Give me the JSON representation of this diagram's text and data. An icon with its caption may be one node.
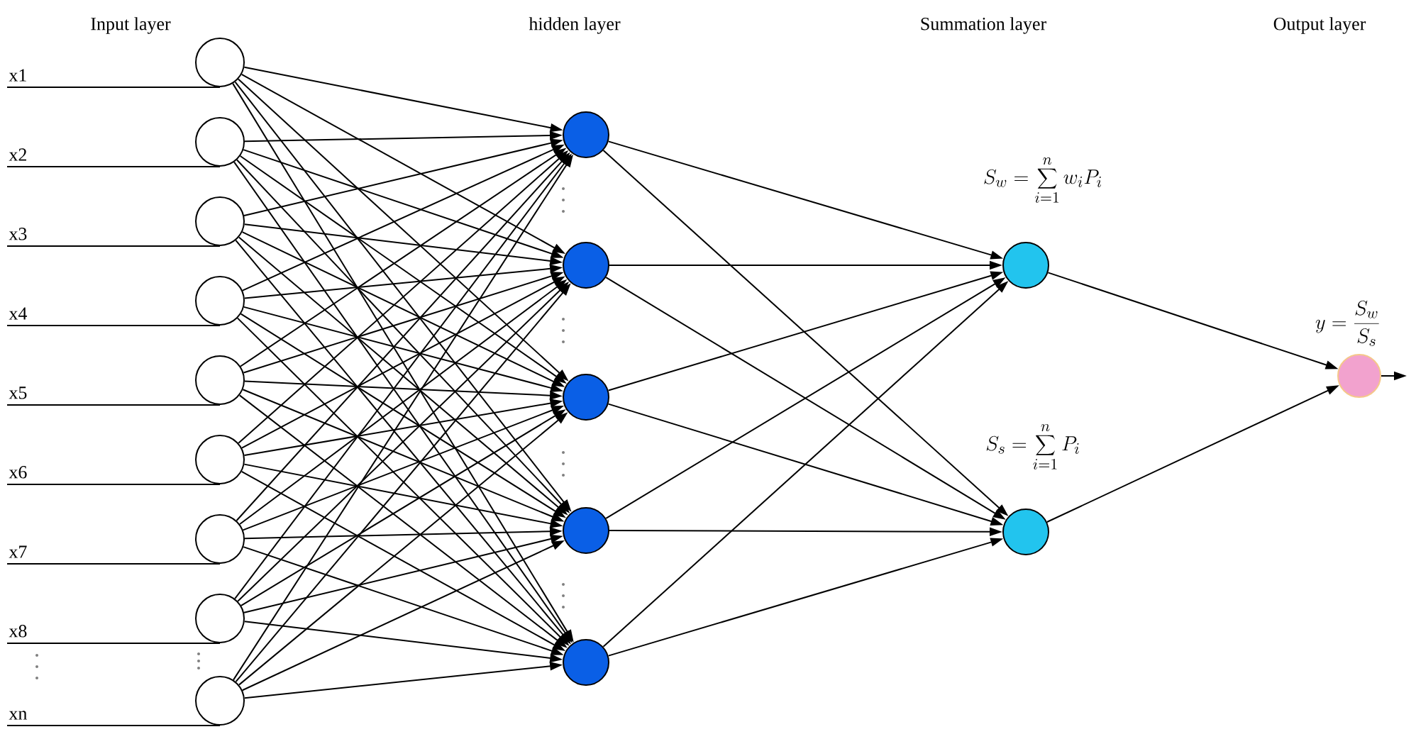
{
  "diagram": {
    "nodes": [
      {
        "text": [],
        "shape": "circle"
      },
      {
        "text": [],
        "shape": "circle"
      },
      {
        "text": [],
        "shape": "circle"
      },
      {
        "text": [],
        "shape": "circle"
      },
      {
        "text": [],
        "shape": "circle"
      },
      {
        "text": [],
        "shape": "circle"
      },
      {
        "text": [],
        "shape": "circle"
      },
      {
        "text": [],
        "shape": "circle"
      },
      {
        "text": [],
        "shape": "circle"
      },
      {
        "text": [],
        "shape": "circle"
      },
      {
        "text": [],
        "shape": "circle"
      },
      {
        "text": [],
        "shape": "circle"
      },
      {
        "text": [],
        "shape": "circle"
      },
      {
        "text": [],
        "shape": "circle"
      },
      {
        "text": [],
        "shape": "circle",
        "beside": [
          "S_w = \\sum_{i=1}^{n} w_i P_i"
        ]
      },
      {
        "text": [],
        "shape": "circle",
        "beside": [
          "S_s = \\sum_{i=1}^{n} P_i"
        ]
      },
      {
        "text": [],
        "shape": "circle",
        "beside": [
          "y = \\frac{S_w}{S_s}"
        ]
      }
    ],
    "edges": [
      {
        "from": null,
        "to": 0,
        "arrow": "none",
        "label": "x1"
      },
      {
        "from": null,
        "to": 1,
        "arrow": "none",
        "label": "x2"
      },
      {
        "from": null,
        "to": 2,
        "arrow": "none",
        "label": "x3"
      },
      {
        "from": null,
        "to": 3,
        "arrow": "none",
        "label": "x4"
      },
      {
        "from": null,
        "to": 4,
        "arrow": "none",
        "label": "x5"
      },
      {
        "from": null,
        "to": 5,
        "arrow": "none",
        "label": "x6"
      },
      {
        "from": null,
        "to": 6,
        "arrow": "none",
        "label": "x7"
      },
      {
        "from": null,
        "to": 7,
        "arrow": "none",
        "label": "x8"
      },
      {
        "from": null,
        "to": 8,
        "arrow": "none",
        "label": "xn"
      },
      {
        "from": 0,
        "to": 9,
        "arrow": "to"
      },
      {
        "from": 0,
        "to": 10,
        "arrow": "to"
      },
      {
        "from": 0,
        "to": 11,
        "arrow": "to"
      },
      {
        "from": 0,
        "to": 12,
        "arrow": "to"
      },
      {
        "from": 0,
        "to": 13,
        "arrow": "to"
      },
      {
        "from": 1,
        "to": 9,
        "arrow": "to"
      },
      {
        "from": 1,
        "to": 10,
        "arrow": "to"
      },
      {
        "from": 1,
        "to": 11,
        "arrow": "to"
      },
      {
        "from": 1,
        "to": 12,
        "arrow": "to"
      },
      {
        "from": 1,
        "to": 13,
        "arrow": "to"
      },
      {
        "from": 2,
        "to": 9,
        "arrow": "to"
      },
      {
        "from": 2,
        "to": 10,
        "arrow": "to"
      },
      {
        "from": 2,
        "to": 11,
        "arrow": "to"
      },
      {
        "from": 2,
        "to": 12,
        "arrow": "to"
      },
      {
        "from": 2,
        "to": 13,
        "arrow": "to"
      },
      {
        "from": 3,
        "to": 9,
        "arrow": "to"
      },
      {
        "from": 3,
        "to": 10,
        "arrow": "to"
      },
      {
        "from": 3,
        "to": 11,
        "arrow": "to"
      },
      {
        "from": 3,
        "to": 12,
        "arrow": "to"
      },
      {
        "from": 3,
        "to": 13,
        "arrow": "to"
      },
      {
        "from": 4,
        "to": 9,
        "arrow": "to"
      },
      {
        "from": 4,
        "to": 10,
        "arrow": "to"
      },
      {
        "from": 4,
        "to": 11,
        "arrow": "to"
      },
      {
        "from": 4,
        "to": 12,
        "arrow": "to"
      },
      {
        "from": 4,
        "to": 13,
        "arrow": "to"
      },
      {
        "from": 5,
        "to": 9,
        "arrow": "to"
      },
      {
        "from": 5,
        "to": 10,
        "arrow": "to"
      },
      {
        "from": 5,
        "to": 11,
        "arrow": "to"
      },
      {
        "from": 5,
        "to": 12,
        "arrow": "to"
      },
      {
        "from": 5,
        "to": 13,
        "arrow": "to"
      },
      {
        "from": 6,
        "to": 9,
        "arrow": "to"
      },
      {
        "from": 6,
        "to": 10,
        "arrow": "to"
      },
      {
        "from": 6,
        "to": 11,
        "arrow": "to"
      },
      {
        "from": 6,
        "to": 12,
        "arrow": "to"
      },
      {
        "from": 6,
        "to": 13,
        "arrow": "to"
      },
      {
        "from": 7,
        "to": 9,
        "arrow": "to"
      },
      {
        "from": 7,
        "to": 10,
        "arrow": "to"
      },
      {
        "from": 7,
        "to": 11,
        "arrow": "to"
      },
      {
        "from": 7,
        "to": 12,
        "arrow": "to"
      },
      {
        "from": 7,
        "to": 13,
        "arrow": "to"
      },
      {
        "from": 8,
        "to": 9,
        "arrow": "to"
      },
      {
        "from": 8,
        "to": 10,
        "arrow": "to"
      },
      {
        "from": 8,
        "to": 11,
        "arrow": "to"
      },
      {
        "from": 8,
        "to": 12,
        "arrow": "to"
      },
      {
        "from": 8,
        "to": 13,
        "arrow": "to"
      },
      {
        "from": 9,
        "to": 14,
        "arrow": "to"
      },
      {
        "from": 9,
        "to": 15,
        "arrow": "to"
      },
      {
        "from": 10,
        "to": 14,
        "arrow": "to"
      },
      {
        "from": 10,
        "to": 15,
        "arrow": "to"
      },
      {
        "from": 11,
        "to": 14,
        "arrow": "to"
      },
      {
        "from": 11,
        "to": 15,
        "arrow": "to"
      },
      {
        "from": 12,
        "to": 14,
        "arrow": "to"
      },
      {
        "from": 12,
        "to": 15,
        "arrow": "to"
      },
      {
        "from": 13,
        "to": 14,
        "arrow": "to"
      },
      {
        "from": 13,
        "to": 15,
        "arrow": "to"
      },
      {
        "from": 14,
        "to": 16,
        "arrow": "to"
      },
      {
        "from": 15,
        "to": 16,
        "arrow": "to"
      },
      {
        "from": 16,
        "to": null,
        "arrow": "to"
      }
    ],
    "labels": [
      "Input layer",
      "hidden layer",
      "Summation layer",
      "Output layer"
    ]
  }
}
